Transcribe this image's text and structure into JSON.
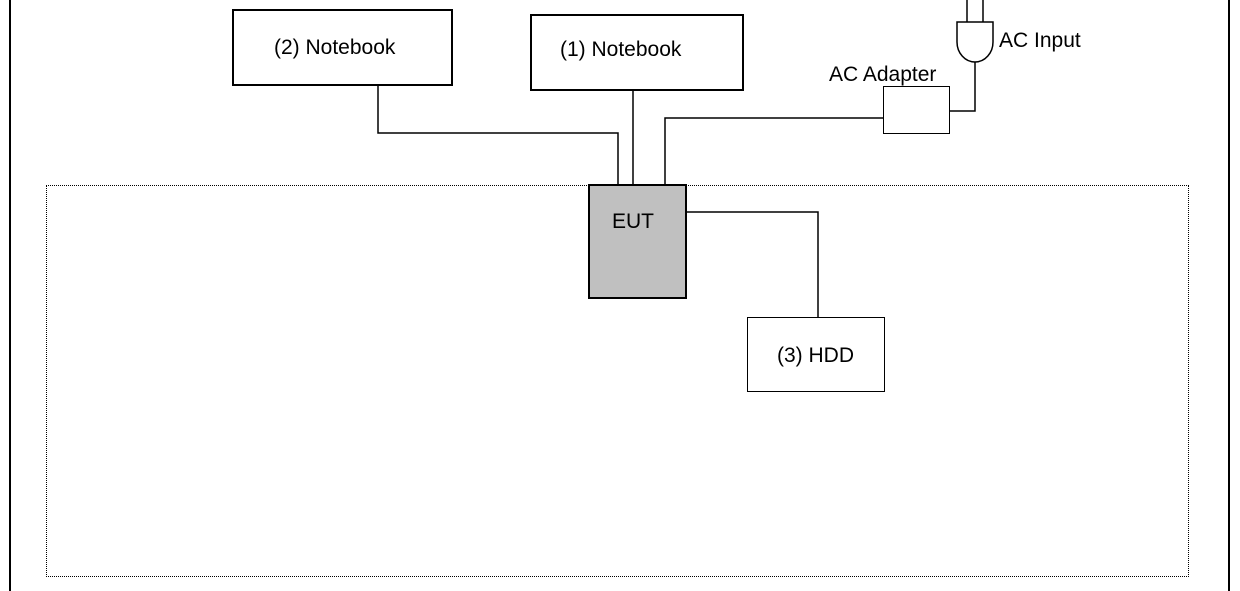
{
  "diagram": {
    "devices": {
      "notebook_2": "(2) Notebook",
      "notebook_1": "(1) Notebook",
      "eut": "EUT",
      "hdd": "(3) HDD",
      "ac_adapter": "AC Adapter",
      "ac_input": "AC Input"
    },
    "colors": {
      "eut_fill": "#c0c0c0",
      "line": "#000000"
    }
  }
}
